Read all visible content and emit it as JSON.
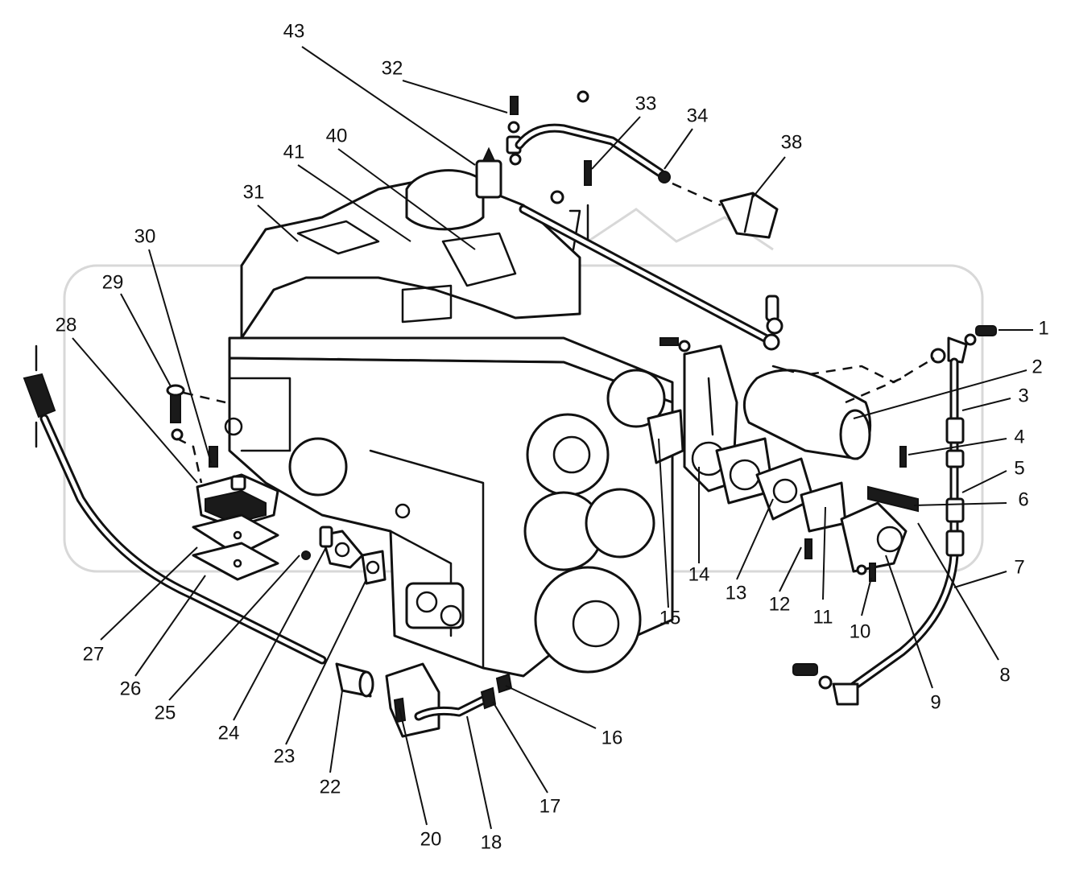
{
  "diagram": {
    "callouts": [
      {
        "label": "43"
      },
      {
        "label": "32"
      },
      {
        "label": "33"
      },
      {
        "label": "34"
      },
      {
        "label": "38"
      },
      {
        "label": "40"
      },
      {
        "label": "41"
      },
      {
        "label": "31"
      },
      {
        "label": "30"
      },
      {
        "label": "29"
      },
      {
        "label": "28"
      },
      {
        "label": "1"
      },
      {
        "label": "2"
      },
      {
        "label": "3"
      },
      {
        "label": "4"
      },
      {
        "label": "5"
      },
      {
        "label": "6"
      },
      {
        "label": "7"
      },
      {
        "label": "8"
      },
      {
        "label": "9"
      },
      {
        "label": "10"
      },
      {
        "label": "11"
      },
      {
        "label": "12"
      },
      {
        "label": "13"
      },
      {
        "label": "14"
      },
      {
        "label": "15"
      },
      {
        "label": "16"
      },
      {
        "label": "17"
      },
      {
        "label": "18"
      },
      {
        "label": "20"
      },
      {
        "label": "22"
      },
      {
        "label": "23"
      },
      {
        "label": "24"
      },
      {
        "label": "25"
      },
      {
        "label": "26"
      },
      {
        "label": "27"
      }
    ],
    "colors": {
      "line": "#111111",
      "background": "#ffffff",
      "watermark": "#d8d8d8"
    }
  }
}
